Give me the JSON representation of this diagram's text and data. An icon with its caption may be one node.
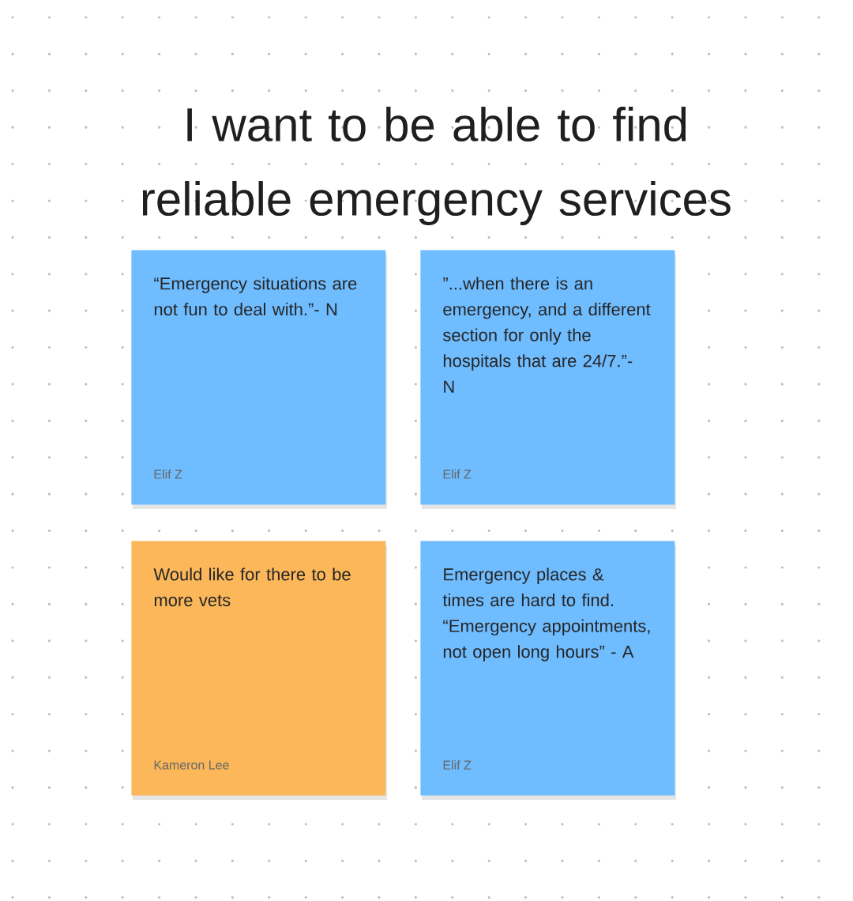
{
  "diagram": {
    "title": "I want to be able to find reliable emergency services",
    "nodes": [
      {
        "text": [
          "“Emergency situations are not fun to deal with.”- N",
          "Elif Z"
        ]
      },
      {
        "text": [
          "”...when there is an emergency, and a different section for only the hospitals that are 24/7.”- N",
          "Elif Z"
        ]
      },
      {
        "text": [
          "Would like for there to be more vets",
          "Kameron Lee"
        ]
      },
      {
        "text": [
          "Emergency places & times are hard to find. “Emergency appointments, not open long hours” - A",
          "Elif Z"
        ]
      }
    ]
  }
}
